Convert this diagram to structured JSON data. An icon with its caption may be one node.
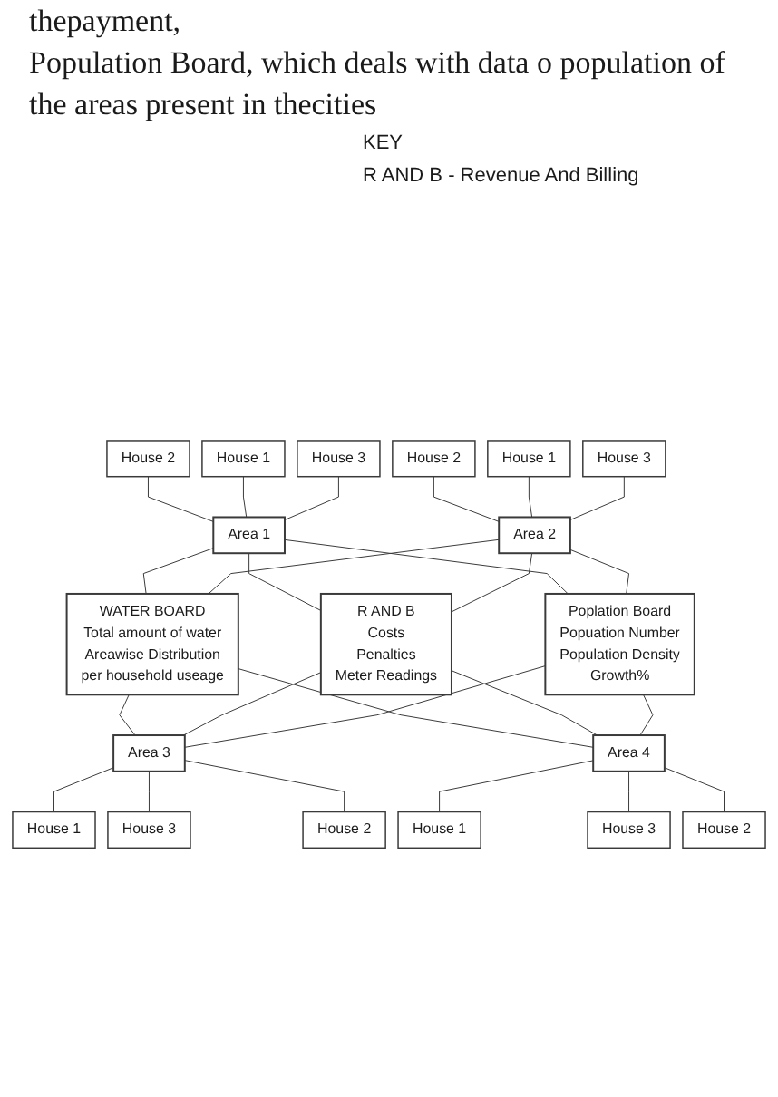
{
  "diagram": {
    "nodes": [
      {
        "text": [
          "House 2"
        ]
      },
      {
        "text": [
          "House 1"
        ]
      },
      {
        "text": [
          "Area 1"
        ]
      },
      {
        "text": [
          "House 3"
        ]
      },
      {
        "text": [
          "House 2"
        ]
      },
      {
        "text": [
          "House 1"
        ]
      },
      {
        "text": [
          "Area 2"
        ]
      },
      {
        "text": [
          "House 3"
        ]
      },
      {
        "text": [
          "WATER BOARD",
          "Total amount of water",
          "Areawise Distribution",
          "per household useage"
        ]
      },
      {
        "text": [
          "R AND B",
          "Costs",
          "Penalties",
          "Meter Readings"
        ]
      },
      {
        "text": [
          "Poplation Board",
          "Popuation Number",
          "Population Density",
          "Growth%"
        ]
      },
      {
        "text": [
          "House 1"
        ]
      },
      {
        "text": [
          "Area 3"
        ]
      },
      {
        "text": [
          "House 3"
        ]
      },
      {
        "text": [
          "House 2"
        ]
      },
      {
        "text": [
          "House 1"
        ]
      },
      {
        "text": [
          "Area 4"
        ]
      },
      {
        "text": [
          "House 3"
        ]
      },
      {
        "text": [
          "House 2"
        ]
      }
    ],
    "edges": [
      {
        "from": 0,
        "to": 2,
        "arrow": "none"
      },
      {
        "from": 1,
        "to": 2,
        "arrow": "none"
      },
      {
        "from": 3,
        "to": 2,
        "arrow": "none"
      },
      {
        "from": 4,
        "to": 6,
        "arrow": "none"
      },
      {
        "from": 5,
        "to": 6,
        "arrow": "none"
      },
      {
        "from": 7,
        "to": 6,
        "arrow": "none"
      },
      {
        "from": 2,
        "to": 8,
        "arrow": "none"
      },
      {
        "from": 2,
        "to": 9,
        "arrow": "none"
      },
      {
        "from": 2,
        "to": 10,
        "arrow": "none"
      },
      {
        "from": 6,
        "to": 8,
        "arrow": "none"
      },
      {
        "from": 6,
        "to": 9,
        "arrow": "none"
      },
      {
        "from": 6,
        "to": 10,
        "arrow": "none"
      },
      {
        "from": 8,
        "to": 12,
        "arrow": "none"
      },
      {
        "from": 8,
        "to": 16,
        "arrow": "none"
      },
      {
        "from": 9,
        "to": 12,
        "arrow": "none"
      },
      {
        "from": 9,
        "to": 16,
        "arrow": "none"
      },
      {
        "from": 10,
        "to": 12,
        "arrow": "none"
      },
      {
        "from": 10,
        "to": 16,
        "arrow": "none"
      },
      {
        "from": 12,
        "to": 11,
        "arrow": "none"
      },
      {
        "from": 12,
        "to": 13,
        "arrow": "none"
      },
      {
        "from": 12,
        "to": 14,
        "arrow": "none"
      },
      {
        "from": 16,
        "to": 15,
        "arrow": "none"
      },
      {
        "from": 16,
        "to": 17,
        "arrow": "none"
      },
      {
        "from": 16,
        "to": 18,
        "arrow": "none"
      }
    ],
    "labels": [
      "thepayment,",
      "Population Board, which deals with data o population of the areas present in thecities",
      "KEY",
      "R AND B - Revenue And Billing"
    ]
  }
}
